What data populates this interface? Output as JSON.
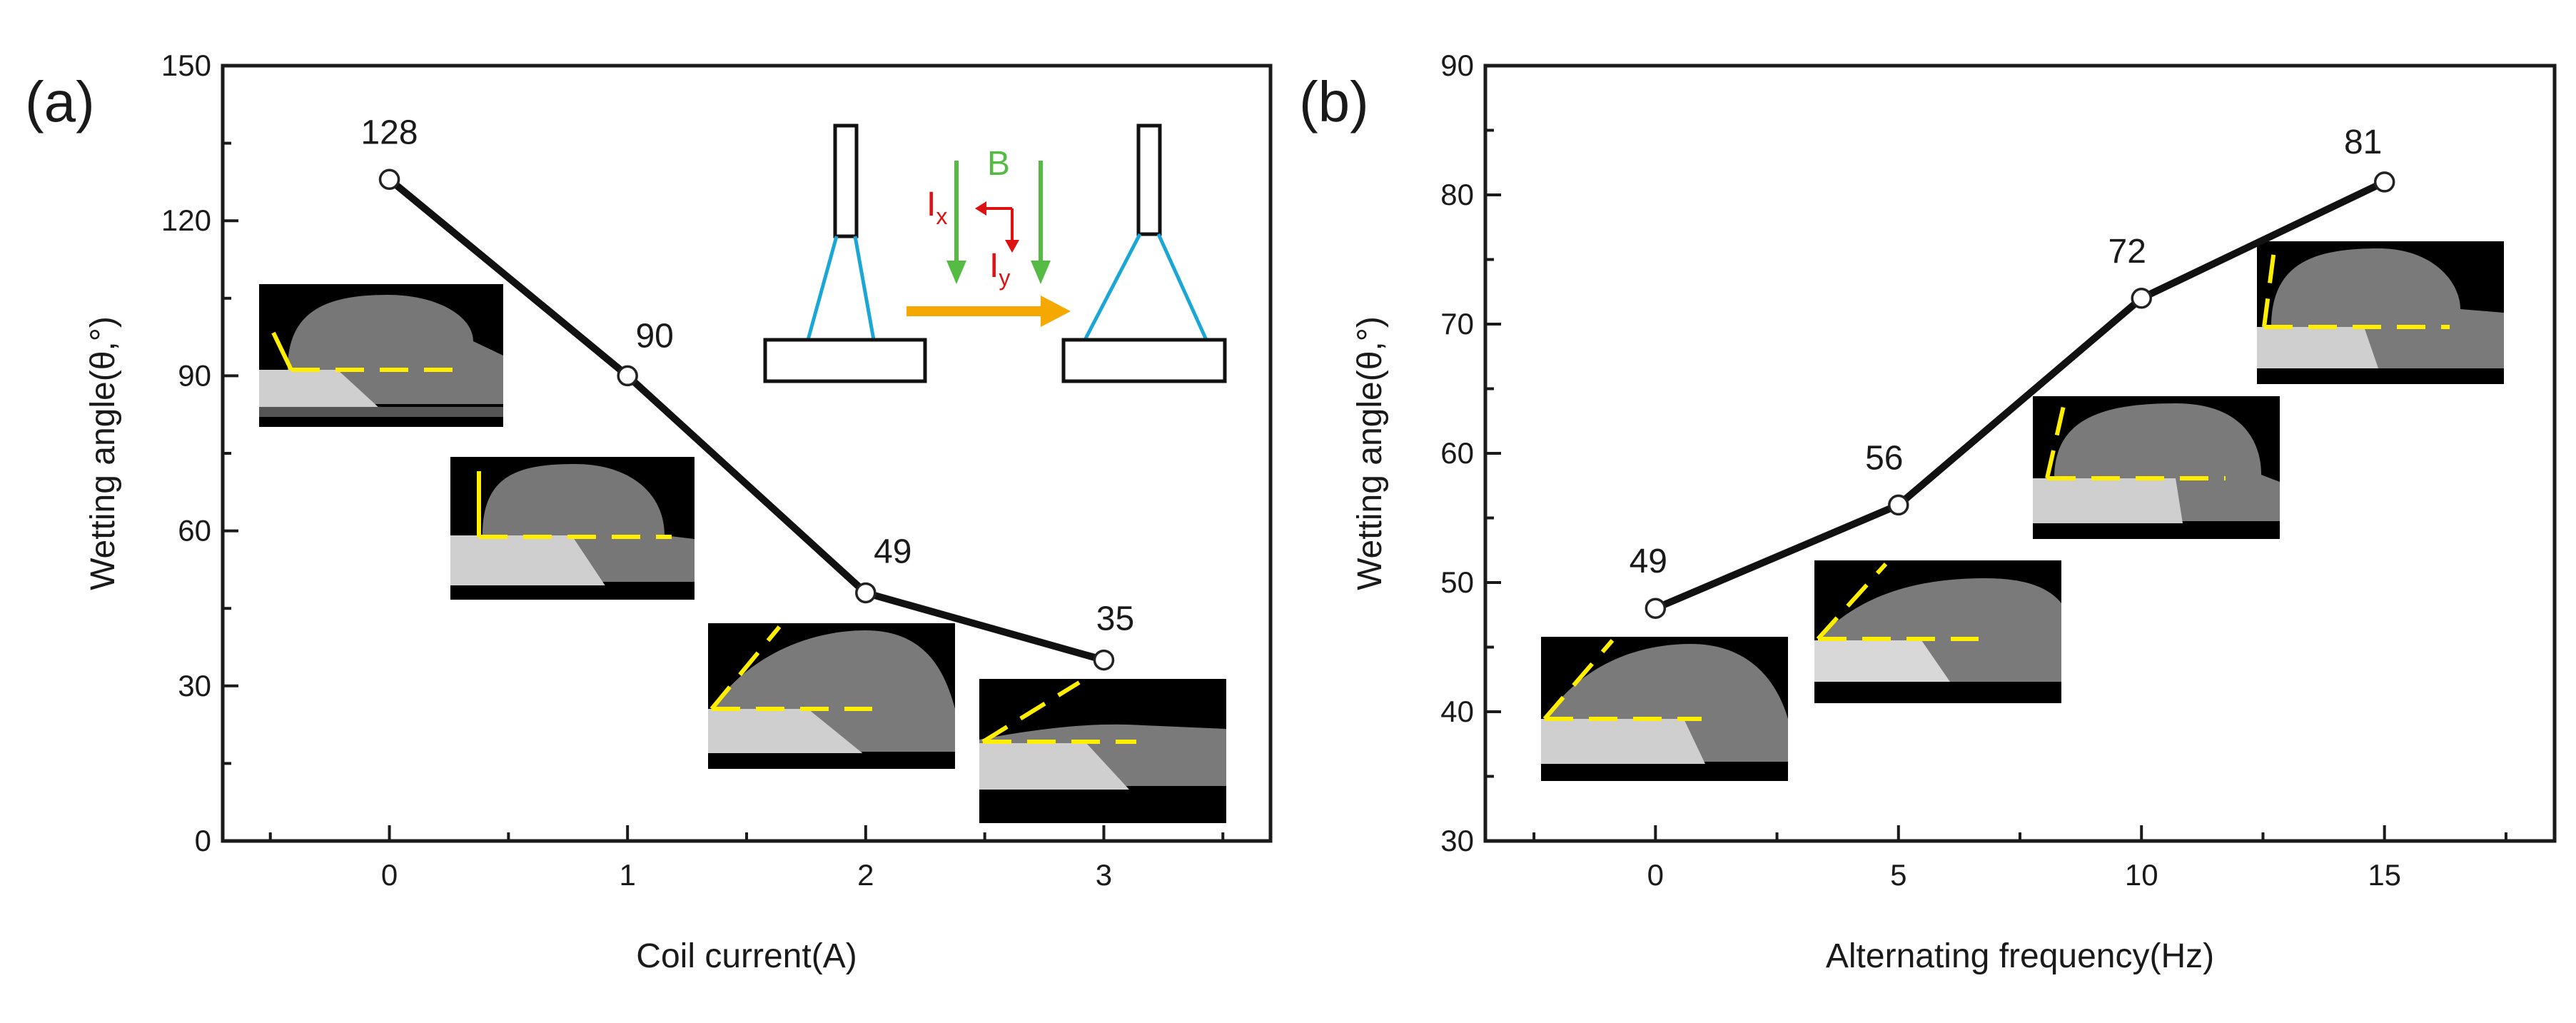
{
  "panels": [
    {
      "id": "a",
      "label": "(a)"
    },
    {
      "id": "b",
      "label": "(b)"
    }
  ],
  "schematic": {
    "field_label": "B",
    "current_x_label": "I",
    "current_x_sub": "x",
    "current_y_label": "I",
    "current_y_sub": "y",
    "field_color": "#55bb44",
    "current_color": "#dd1111",
    "arrow_color": "#f5a800",
    "droplet_color": "#1aa7d6"
  },
  "chart_data": [
    {
      "type": "line",
      "title": "",
      "xlabel": "Coil current(A)",
      "ylabel": "Wetting angle(θ,°)",
      "x": [
        0,
        1,
        2,
        3
      ],
      "series": [
        {
          "values": [
            128,
            90,
            48,
            35
          ]
        }
      ],
      "data_labels": [
        "128",
        "90",
        "49",
        "35"
      ],
      "xlim": [
        -0.7,
        3.7
      ],
      "ylim": [
        0,
        150
      ],
      "xticks": [
        0,
        1,
        2,
        3
      ],
      "yticks": [
        0,
        30,
        60,
        90,
        120,
        150
      ],
      "grid": false
    },
    {
      "type": "line",
      "title": "",
      "xlabel": "Alternating frequency(Hz)",
      "ylabel": "Wetting angle(θ,°)",
      "x": [
        0,
        5,
        10,
        15
      ],
      "series": [
        {
          "values": [
            48,
            56,
            72,
            81
          ]
        }
      ],
      "data_labels": [
        "49",
        "56",
        "72",
        "81"
      ],
      "xlim": [
        -3.5,
        18.5
      ],
      "ylim": [
        30,
        90
      ],
      "xticks": [
        0,
        5,
        10,
        15
      ],
      "yticks": [
        30,
        40,
        50,
        60,
        70,
        80,
        90
      ],
      "grid": false
    }
  ]
}
